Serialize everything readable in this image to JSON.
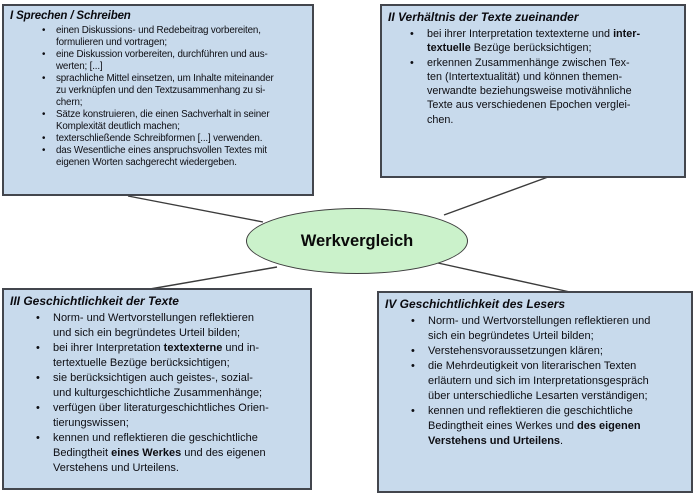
{
  "diagram": {
    "center": {
      "label": "Werkvergleich"
    },
    "colors": {
      "background": "#ffffff",
      "box_fill": "#c8daec",
      "box_border": "#43464d",
      "ellipse_fill": "#cbf2cb",
      "ellipse_border": "#3e3e3e",
      "connector_line": "#3b3b3b",
      "text": "#0d0d12"
    },
    "boxes": [
      {
        "id": "I",
        "title": "I Sprechen / Schreiben",
        "bullets": [
          [
            {
              "t": "einen Diskussions- und Redebeitrag vorbereiten,\nformulieren und vortragen;"
            }
          ],
          [
            {
              "t": "eine Diskussion vorbereiten, durchführen und aus-\nwerten; [...]"
            }
          ],
          [
            {
              "t": "sprachliche Mittel einsetzen, um Inhalte miteinander\nzu verknüpfen und den Textzusammenhang zu si-\nchern;"
            }
          ],
          [
            {
              "t": "Sätze konstruieren, die einen Sachverhalt in seiner\nKomplexität deutlich machen;"
            }
          ],
          [
            {
              "t": "texterschließende Schreibformen [...] verwenden."
            }
          ],
          [
            {
              "t": "das Wesentliche eines anspruchsvollen Textes mit\neigenen Worten sachgerecht wiedergeben."
            }
          ]
        ]
      },
      {
        "id": "II",
        "title": "II Verhältnis der Texte zueinander",
        "bullets": [
          [
            {
              "t": "bei ihrer Interpretation textexterne und "
            },
            {
              "t": "inter-\ntextuelle",
              "b": true
            },
            {
              "t": " Bezüge berücksichtigen;"
            }
          ],
          [
            {
              "t": "erkennen Zusammenhänge zwischen Tex-\nten (Intertextualität) und können themen-\nverwandte beziehungsweise motivähnliche\nTexte aus verschiedenen Epochen verglei-\nchen."
            }
          ]
        ]
      },
      {
        "id": "III",
        "title": "III Geschichtlichkeit der Texte",
        "bullets": [
          [
            {
              "t": "Norm- und Wertvorstellungen reflektieren\nund sich ein begründetes Urteil bilden;"
            }
          ],
          [
            {
              "t": "bei ihrer Interpretation "
            },
            {
              "t": "textexterne",
              "b": true
            },
            {
              "t": " und in-\ntertextuelle Bezüge berücksichtigen;"
            }
          ],
          [
            {
              "t": "sie berücksichtigen auch geistes-, sozial-\nund kulturgeschichtliche Zusammenhänge;"
            }
          ],
          [
            {
              "t": "verfügen über literaturgeschichtliches Orien-\ntierungswissen;"
            }
          ],
          [
            {
              "t": "kennen und reflektieren die geschichtliche\nBedingtheit "
            },
            {
              "t": "eines Werkes",
              "b": true
            },
            {
              "t": " und des eigenen\nVerstehens und Urteilens."
            }
          ]
        ]
      },
      {
        "id": "IV",
        "title": "IV Geschichtlichkeit des Lesers",
        "bullets": [
          [
            {
              "t": "Norm- und Wertvorstellungen reflektieren und\nsich ein begründetes Urteil bilden;"
            }
          ],
          [
            {
              "t": "Verstehensvoraussetzungen klären;"
            }
          ],
          [
            {
              "t": "die Mehrdeutigkeit von literarischen Texten\nerläutern und sich im Interpretationsgespräch\nüber unterschiedliche Lesarten verständigen;"
            }
          ],
          [
            {
              "t": "kennen und reflektieren die geschichtliche\nBedingtheit eines Werkes und "
            },
            {
              "t": "des eigenen\nVerstehens und Urteilens",
              "b": true
            },
            {
              "t": "."
            }
          ]
        ]
      }
    ]
  }
}
